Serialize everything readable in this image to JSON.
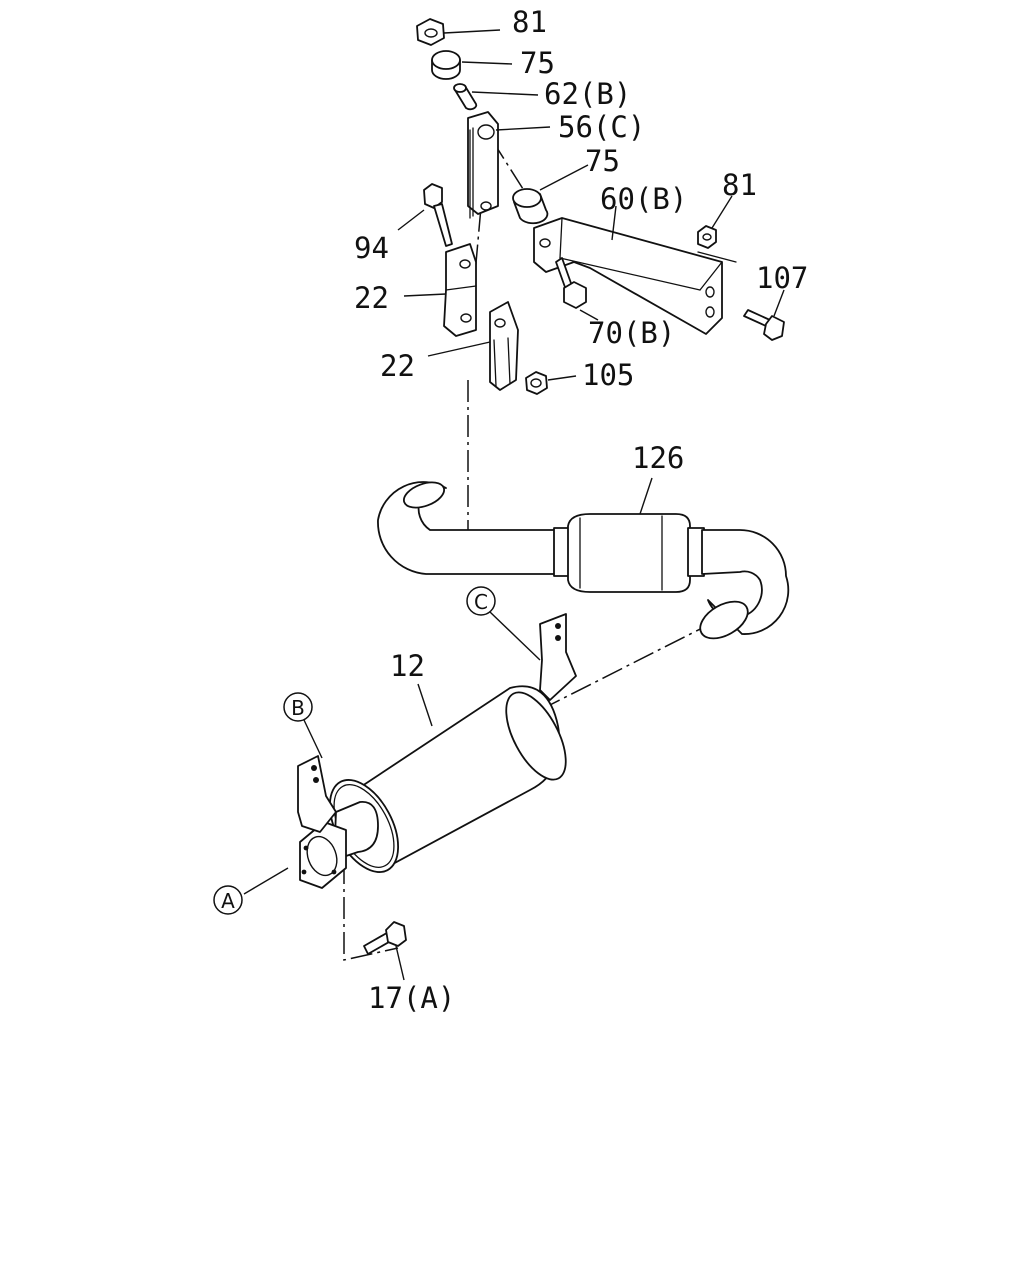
{
  "callouts": {
    "c81_top": "81",
    "c75_top": "75",
    "c62b": "62(B)",
    "c56c": "56(C)",
    "c75_mid": "75",
    "c60b": "60(B)",
    "c81_right": "81",
    "c107": "107",
    "c94": "94",
    "c22_upper": "22",
    "c70b": "70(B)",
    "c22_lower": "22",
    "c105": "105",
    "c126": "126",
    "c12": "12",
    "c17a": "17(A)"
  },
  "circle_refs": {
    "ref_a": "A",
    "ref_b": "B",
    "ref_c": "C"
  }
}
